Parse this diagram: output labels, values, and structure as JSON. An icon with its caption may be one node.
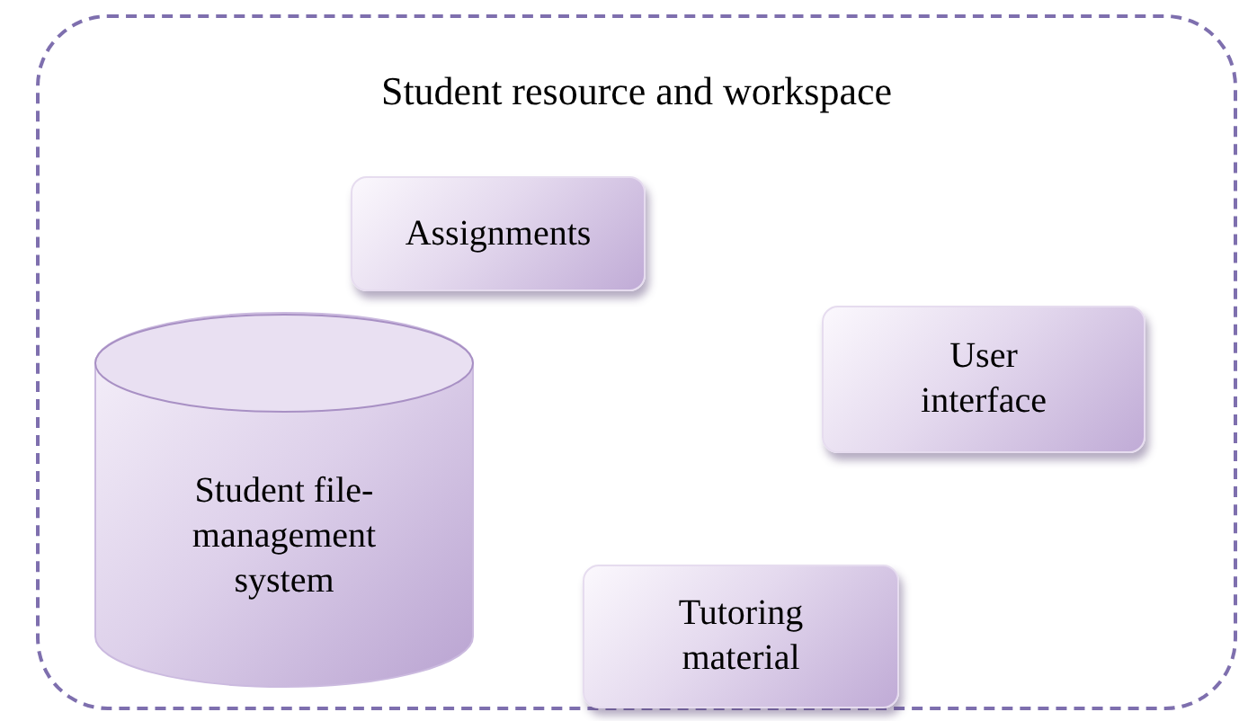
{
  "diagram": {
    "nodes": [
      {
        "text": [
          "Student resource and workspace"
        ]
      },
      {
        "text": [
          "Assignments"
        ],
        "in": 0
      },
      {
        "text": [
          "User interface"
        ],
        "in": 0
      },
      {
        "text": [
          "Student file-management system"
        ],
        "in": 0
      },
      {
        "text": [
          "Tutoring material"
        ],
        "in": 0
      }
    ]
  }
}
